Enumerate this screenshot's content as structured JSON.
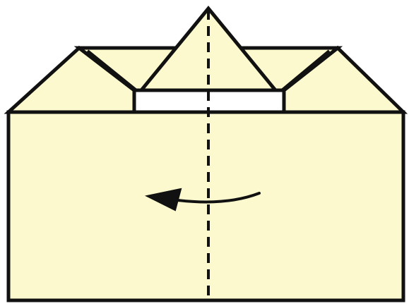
{
  "diagram": {
    "kind": "origami-fold-instruction",
    "colors": {
      "paper": "#fbf9cd",
      "outline": "#111111",
      "background": "#ffffff"
    },
    "fold_line_style": "dashed-vertical-center",
    "arrow": {
      "icon": "curved-fold-arrow-icon",
      "direction": "left"
    }
  }
}
